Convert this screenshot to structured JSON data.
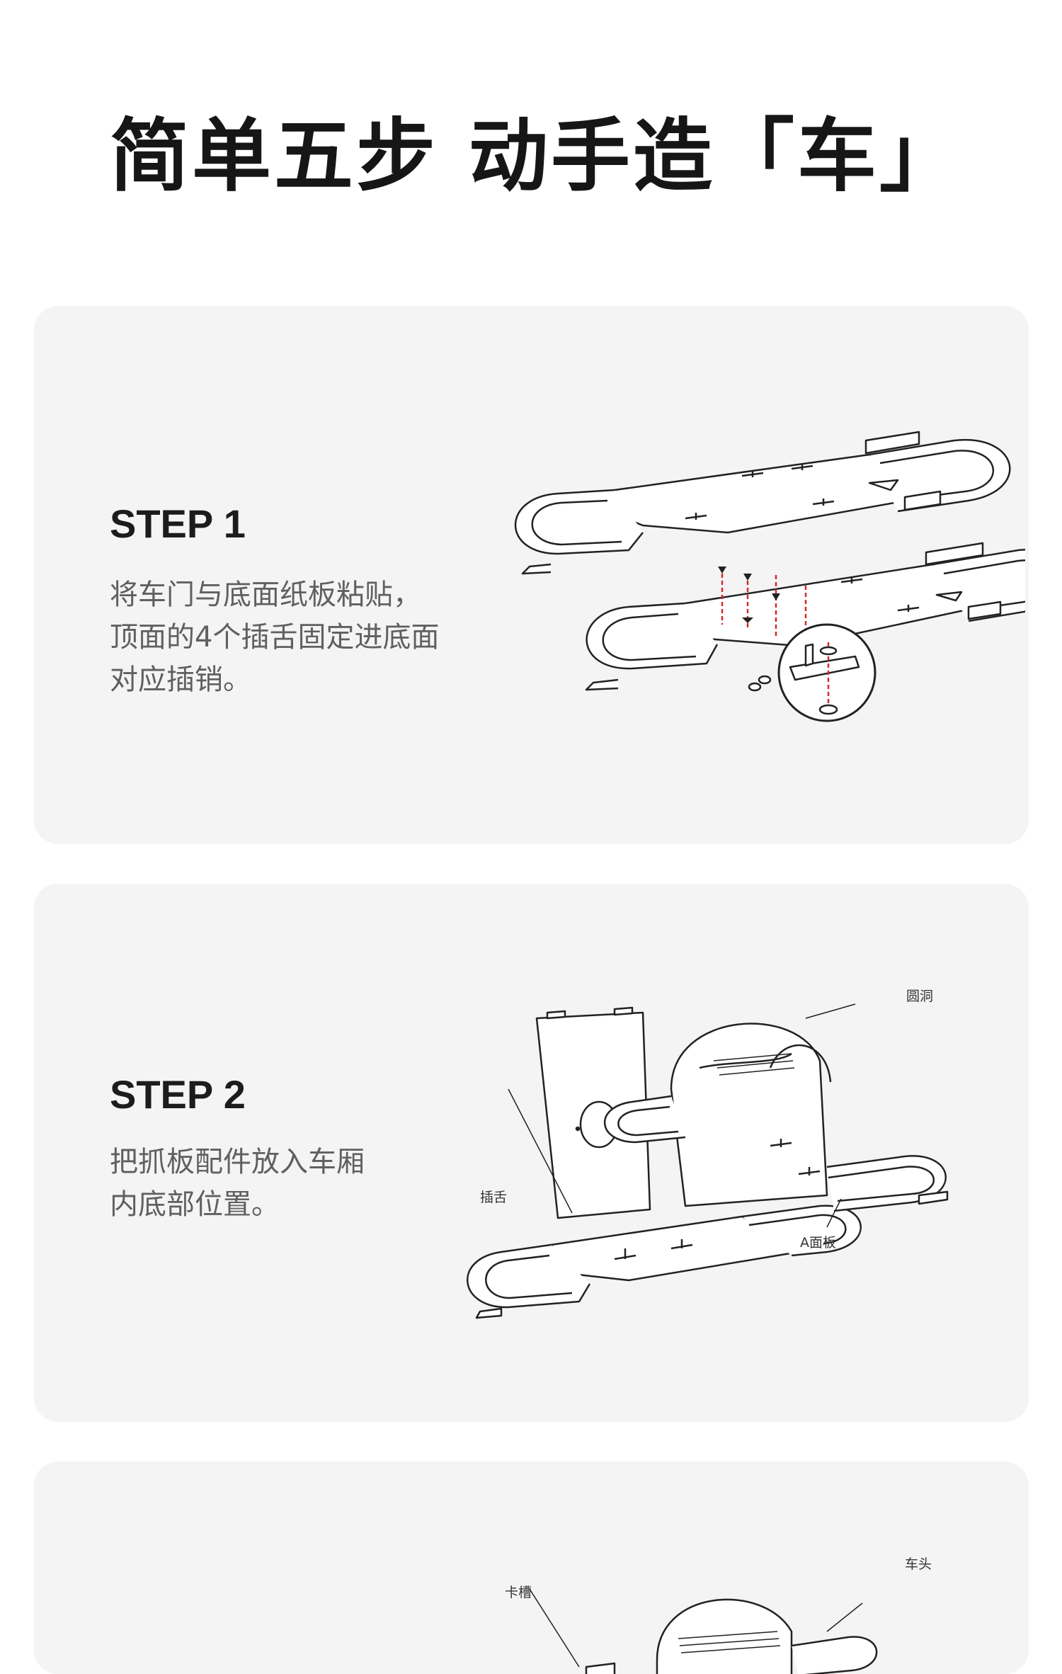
{
  "page": {
    "title": "简单五步 动手造「车」"
  },
  "steps": [
    {
      "label": "STEP 1",
      "desc": "将车门与底面纸板粘贴，\n顶面的4个插舌固定进底面\n对应插销。"
    },
    {
      "label": "STEP 2",
      "desc": "把抓板配件放入车厢\n内底部位置。",
      "callouts": {
        "hole": "圆洞",
        "tab": "插舌",
        "panel": "A面板"
      }
    },
    {
      "callouts": {
        "slot": "卡槽",
        "head": "车头"
      }
    }
  ],
  "colors": {
    "card_bg": "#f4f4f4",
    "accent_dash": "#d22b2b"
  }
}
